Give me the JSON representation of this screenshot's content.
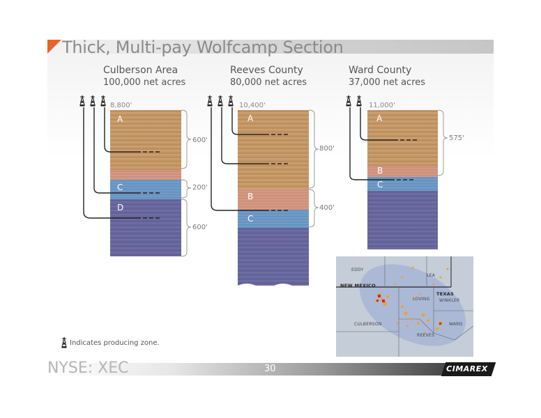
{
  "title": "Thick, Multi-pay Wolfcamp Section",
  "columns": [
    {
      "area": "Culberson Area",
      "acres": "100,000 net acres",
      "depth": "8,800'",
      "zones": [
        "A",
        "C",
        "D"
      ],
      "thickness": [
        "600'",
        "200'",
        "600'"
      ]
    },
    {
      "area": "Reeves County",
      "acres": "80,000 net acres",
      "depth": "10,400'",
      "zones": [
        "A",
        "B",
        "C"
      ],
      "thickness": [
        "800'",
        "400'"
      ]
    },
    {
      "area": "Ward County",
      "acres": "37,000 net acres",
      "depth": "11,000'",
      "zones": [
        "A",
        "B",
        "C"
      ],
      "thickness": [
        "575'"
      ]
    }
  ],
  "legend_note": "Indicates producing zone.",
  "map": {
    "labels": [
      "EDDY",
      "LEA",
      "NEW MEXICO",
      "TEXAS",
      "LOVING",
      "WINKLER",
      "CULBERSON",
      "REEVES",
      "WARD"
    ]
  },
  "footer": {
    "ticker": "NYSE: XEC",
    "page": "30",
    "logo": "CIMAREX"
  }
}
